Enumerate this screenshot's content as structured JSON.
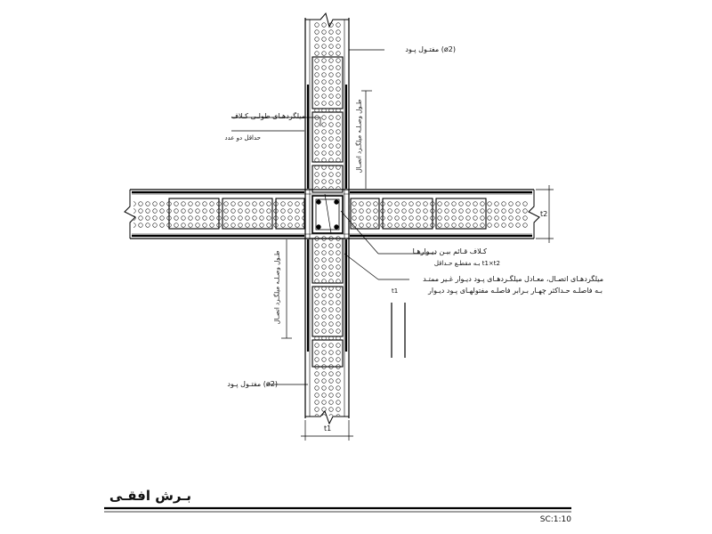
{
  "labels": {
    "bar_top": "(ø2) مفتـول پـود",
    "longitudinal_bars": "میلگردهـای طولـی کـلاف",
    "min_two": "حداقل دو عدد",
    "overlap_upper": "طـول وصـلـه میلگـرد اتصـال",
    "overlap_left": "طـول وصـلـه میلگـرد اتصـال",
    "tie_between_walls": "کـلاف قـائم بیـن دیـوارهـا",
    "section_size": "t1×t2 بـه مقطـع حـداقل",
    "connection_bars_line1": "میلگردهـای اتصـال، معـادل میلگـردهـای پـود دیـوار غـیر ممتـد",
    "connection_bars_line2": "بـه فاصلـه حـداکثر چهـار بـرابر فاصلـه مفتولهـای پـود دیـوار",
    "t1_marker": "t1",
    "bar_bottom": "(ø2) مفتـول پـود",
    "dim_t2": "t2",
    "dim_t1": "t1"
  },
  "footer": {
    "title": "بـرش افقـی",
    "scale": "SC:1:10"
  }
}
